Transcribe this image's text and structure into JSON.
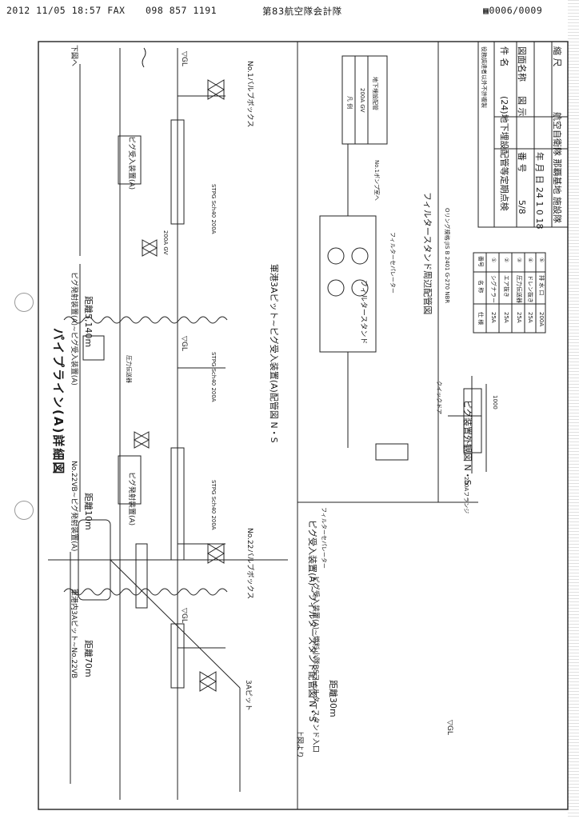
{
  "fax_header": {
    "timestamp": "2012 11/05 18:57 FAX",
    "number": "098 857 1191",
    "sender": "第83航空隊会計隊",
    "page": "0006/0009"
  },
  "drawing": {
    "main_title": "パイプライン(A)詳細図",
    "upper_figure_caption": "軍港3Aピット~ピグ受入装置(A)配管図 N・S",
    "left_bottom_caption": "ピグ受入装置(A)~フィルタースタンド配管図 N・S",
    "filter_stand_caption": "フィルタースタンド周辺配管図",
    "pig_device_caption": "ピグ装置外観図 N・S",
    "segment_labels": [
      "軍港内3Aピット~No.22VB",
      "No.22VB~ピグ発射装置(A)",
      "ピグ発射装置(A)~ピグ受入装置(A)",
      "ピグ受入装置(A)~燃料小隊BSフィルタースタンド入口"
    ],
    "distances": [
      "距離70m",
      "距離10m",
      "距離5,140m",
      "距離30m"
    ],
    "small_labels": {
      "gl": "▽GL",
      "gl_marks": [
        "▽GL",
        "▽GL",
        "▽GL",
        "▽GL"
      ],
      "to_next": "下図へ",
      "from_upper": "上図より",
      "pit_3a": "3Aピット",
      "valve_box_1": "No.1バルブボックス",
      "valve_box_22": "No.22バルブボックス",
      "pig_launcher": "ピグ発射装置(A)",
      "pig_receiver": "ピグ受入装置(A)",
      "pipe_spec": "STPG Sch40 200A",
      "pressure_gauge": "圧力伝送器",
      "valve_200a": "200A GV",
      "filter_separator": "フィルターセパレーター",
      "filter_stand": "フィルタースタンド",
      "quick_door": "クイックドア",
      "o_ring": "Oリング規格:JIS B 2401 G-270 NBR",
      "flange": "200Aフランジ",
      "to_pump": "No.1ポンプ室へ",
      "scale_1000": "1000"
    },
    "legend": {
      "title": "凡 例",
      "rows": [
        "200A GV",
        "地下埋設配管"
      ]
    },
    "parts_table": {
      "headers": [
        "番号",
        "名 称",
        "仕 様"
      ],
      "rows": [
        [
          "①",
          "シグナラー",
          "25A"
        ],
        [
          "②",
          "エア抜き",
          "25A"
        ],
        [
          "③",
          "圧力伝送器",
          "25A"
        ],
        [
          "④",
          "ドレン抜き",
          "25A"
        ],
        [
          "⑤",
          "排 水 口",
          "200A"
        ]
      ]
    }
  },
  "title_block": {
    "header": "役務調達者以外不許複製",
    "rows": [
      {
        "label": "件 名",
        "value": "(24)地下埋設配管等定期点検"
      },
      {
        "label": "図面名称",
        "value": "図 示"
      },
      {
        "label": "番 号",
        "value": "5/8"
      },
      {
        "label": "年 月 日",
        "value": "24 1 0 18"
      },
      {
        "label": "縮 尺",
        "value": "航空自衛隊 那覇基地 施設隊"
      }
    ]
  }
}
